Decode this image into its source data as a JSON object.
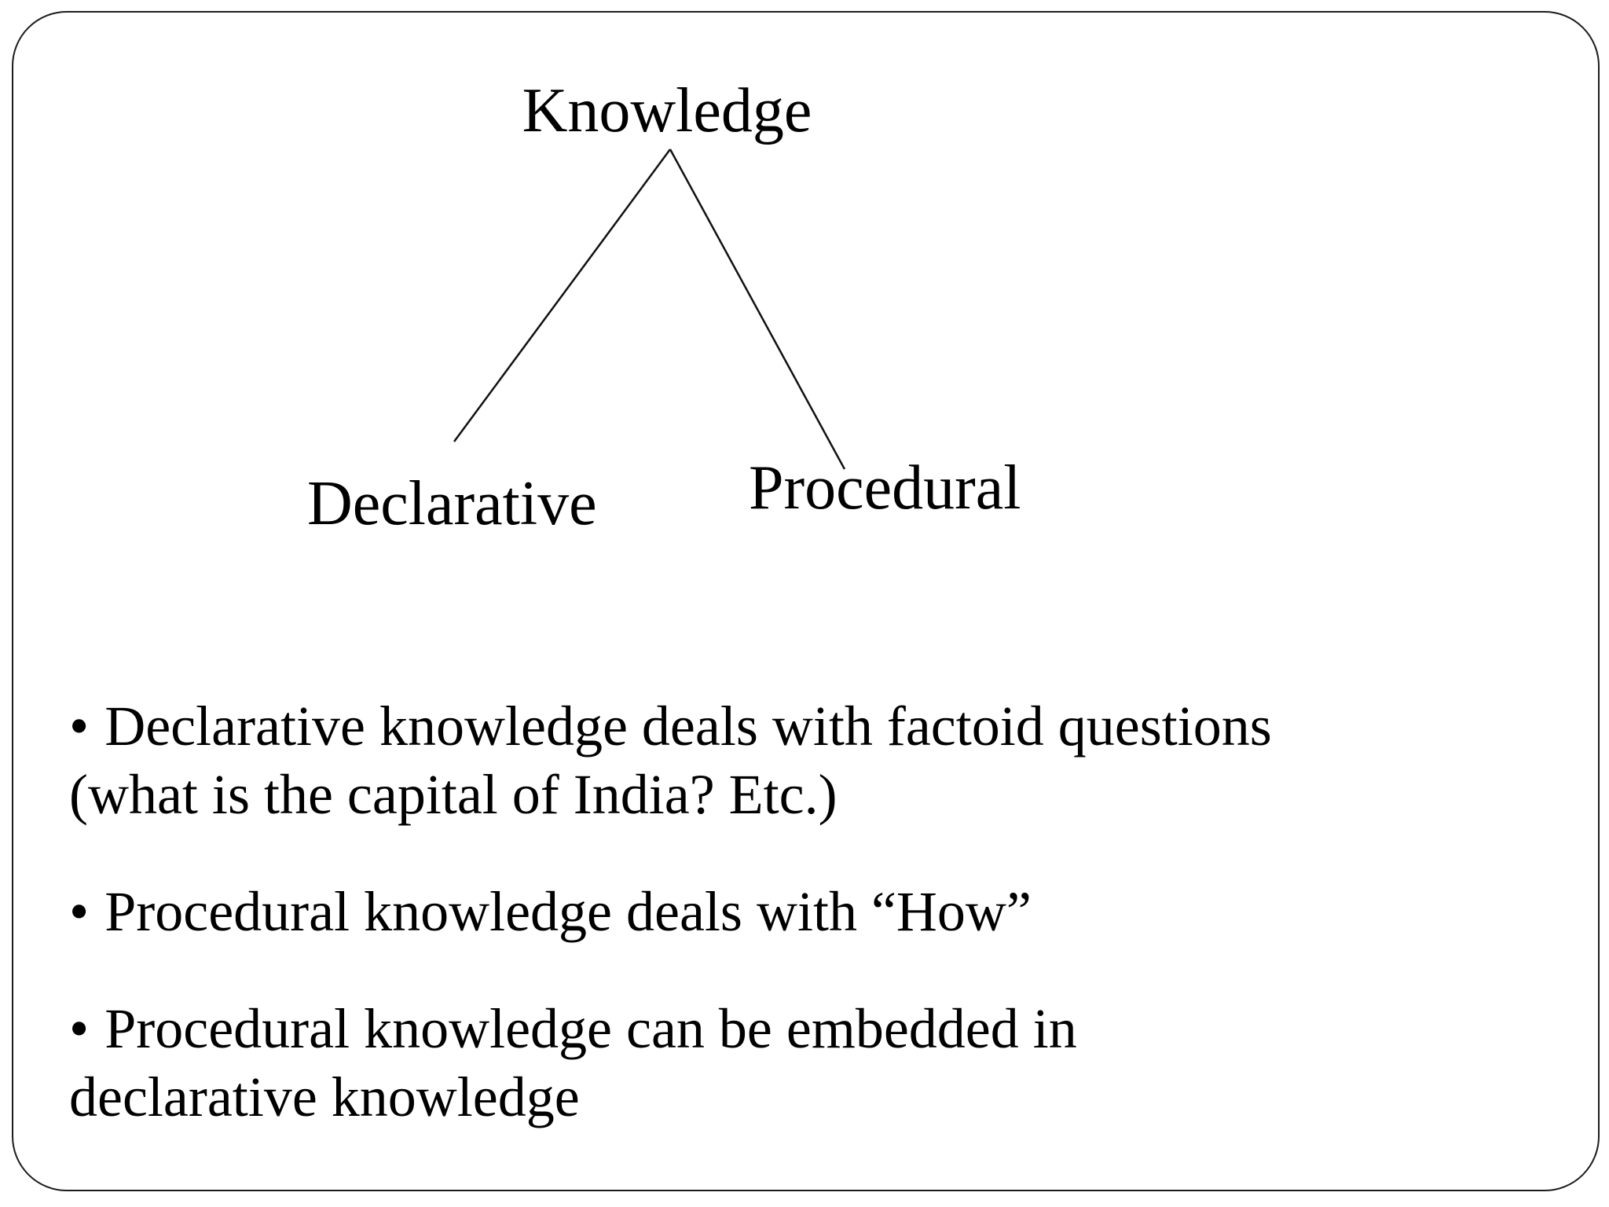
{
  "slide": {
    "background_color": "#ffffff",
    "border_color": "#1c1c1c",
    "text_color": "#000000"
  },
  "tree": {
    "root": "Knowledge",
    "children": [
      "Declarative",
      "Procedural"
    ]
  },
  "bullets": {
    "marker": "•",
    "items": [
      {
        "lines": [
          "Declarative knowledge deals with factoid questions",
          "(what is the capital of India? Etc.)"
        ]
      },
      {
        "lines": [
          "Procedural knowledge deals with “How”"
        ]
      },
      {
        "lines": [
          "Procedural knowledge can be embedded in",
          "declarative knowledge"
        ]
      }
    ]
  }
}
